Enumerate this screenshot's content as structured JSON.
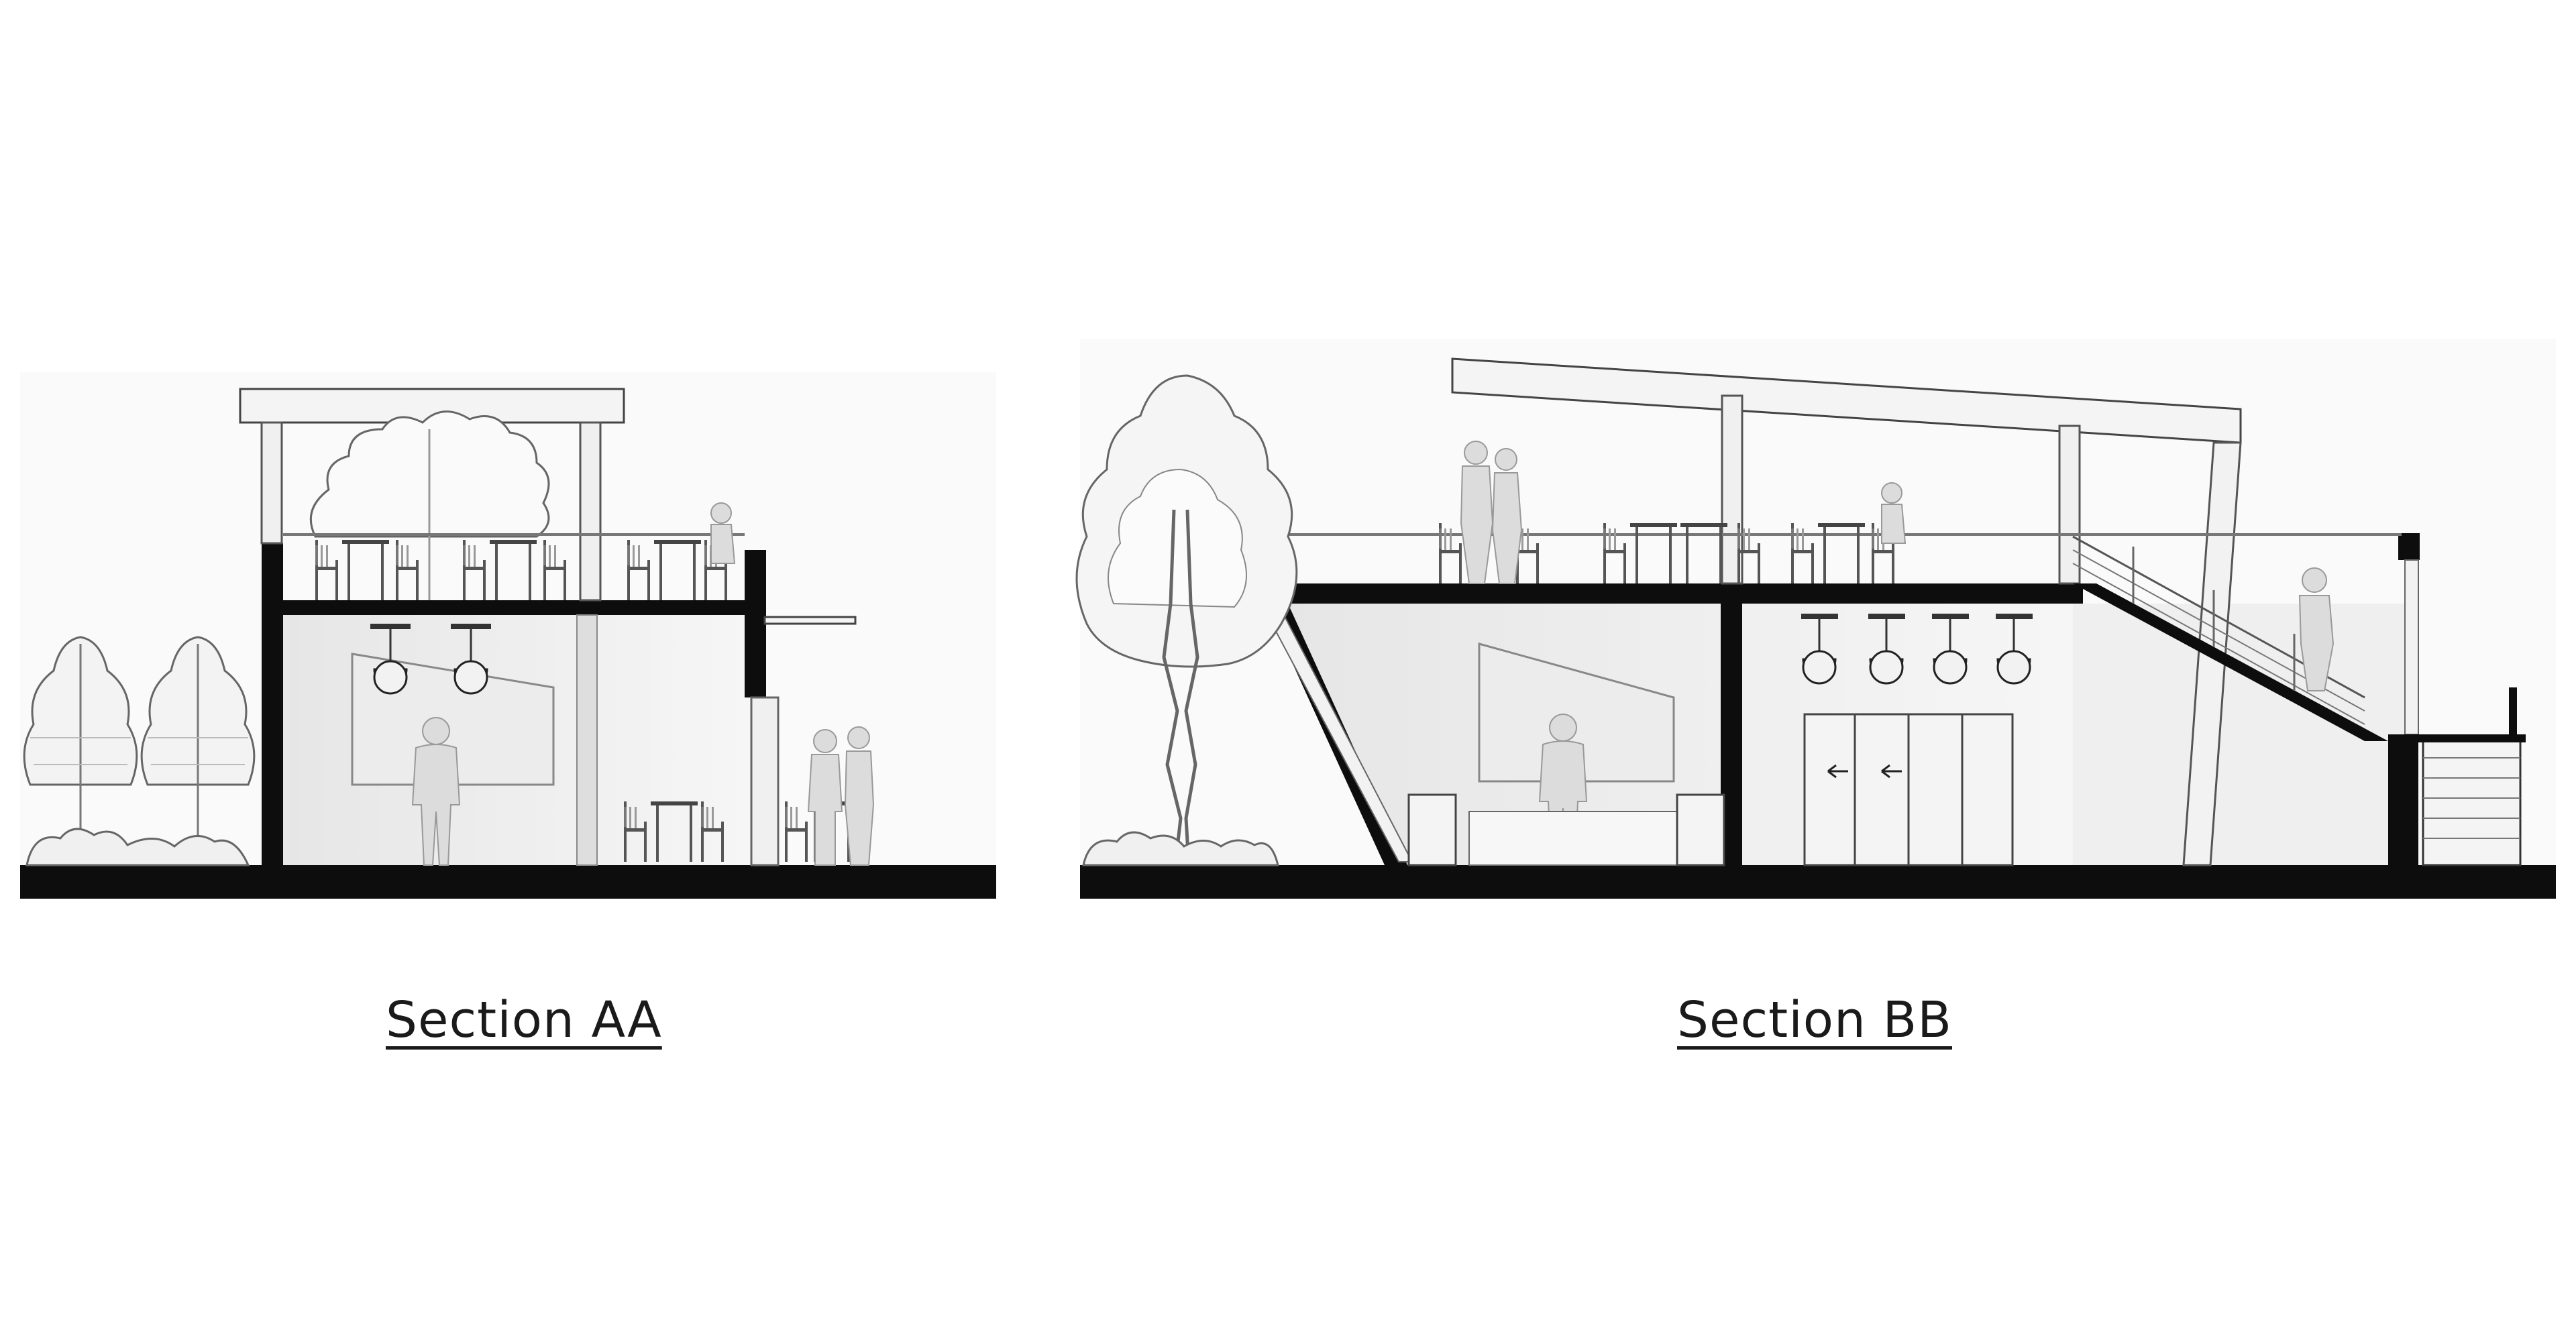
{
  "sections": [
    {
      "id": "aa",
      "label": "Section AA"
    },
    {
      "id": "bb",
      "label": "Section BB"
    }
  ]
}
